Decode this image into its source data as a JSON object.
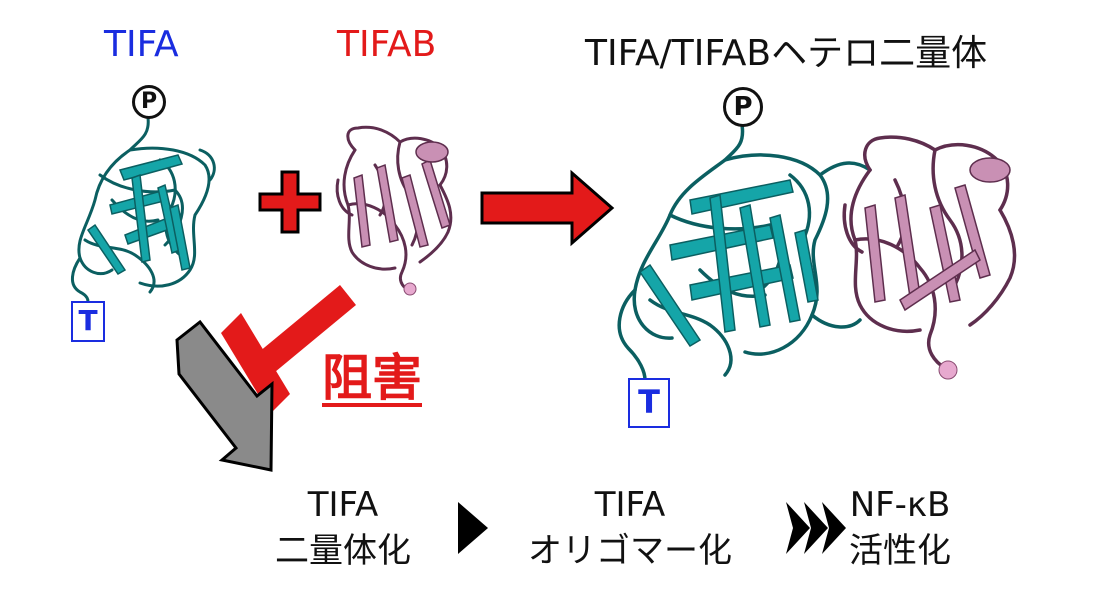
{
  "labels": {
    "tifa": "TIFA",
    "tifab": "TIFAB",
    "heterodimer": "TIFA/TIFABヘテロ二量体",
    "inhibition": "阻害",
    "phospho_mark": "P",
    "terminal_mark": "T"
  },
  "steps": [
    {
      "line1": "TIFA",
      "line2": "二量体化"
    },
    {
      "line1": "TIFA",
      "line2": "オリゴマー化"
    },
    {
      "line1": "NF-κB",
      "line2": "活性化"
    }
  ],
  "colors": {
    "tifa_protein": "#15a5a8",
    "tifa_outline": "#0b5f61",
    "tifab_protein": "#c990b4",
    "tifab_outline": "#5e2e4e",
    "red_accent": "#e31a1a",
    "gray_arrow": "#8a8a8a",
    "blue_label": "#1a2de0"
  },
  "icons": [
    "plus-icon",
    "right-arrow-icon",
    "inhibition-bar-icon",
    "down-arrow-icon",
    "triangle-arrow-icon",
    "triple-chevron-icon"
  ]
}
